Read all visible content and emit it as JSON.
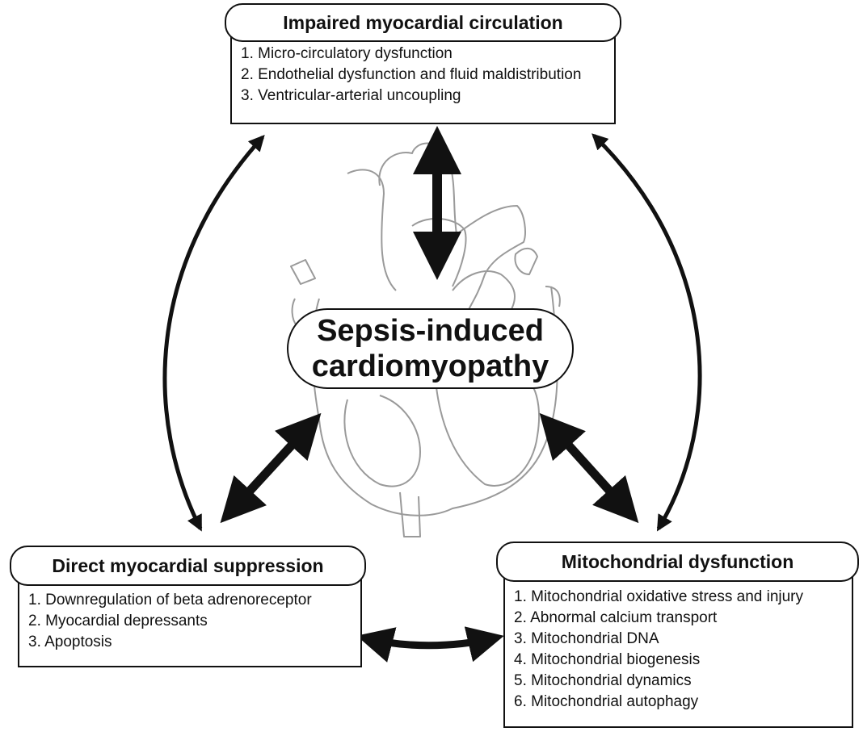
{
  "diagram": {
    "center": {
      "line1": "Sepsis-induced",
      "line2": "cardiomyopathy"
    },
    "top_box": {
      "title": "Impaired myocardial circulation",
      "items": [
        "1. Micro-circulatory dysfunction",
        "2. Endothelial dysfunction and fluid maldistribution",
        "3. Ventricular-arterial uncoupling"
      ]
    },
    "left_box": {
      "title": "Direct myocardial suppression",
      "items": [
        "1. Downregulation of beta adrenoreceptor",
        "2. Myocardial depressants",
        "3. Apoptosis"
      ]
    },
    "right_box": {
      "title": "Mitochondrial dysfunction",
      "items": [
        "1. Mitochondrial oxidative stress and injury",
        "2. Abnormal calcium transport",
        "3. Mitochondrial DNA",
        "4. Mitochondrial biogenesis",
        "5. Mitochondrial dynamics",
        "6. Mitochondrial autophagy"
      ]
    },
    "connections": [
      {
        "from": "top_box",
        "to": "center",
        "type": "bidirectional"
      },
      {
        "from": "top_box",
        "to": "left_box",
        "type": "bidirectional"
      },
      {
        "from": "top_box",
        "to": "right_box",
        "type": "bidirectional"
      },
      {
        "from": "center",
        "to": "left_box",
        "type": "bidirectional"
      },
      {
        "from": "center",
        "to": "right_box",
        "type": "bidirectional"
      },
      {
        "from": "left_box",
        "to": "right_box",
        "type": "bidirectional"
      }
    ],
    "colors": {
      "stroke": "#111111",
      "heart_outline": "#9a9a9a",
      "background": "#ffffff"
    }
  }
}
